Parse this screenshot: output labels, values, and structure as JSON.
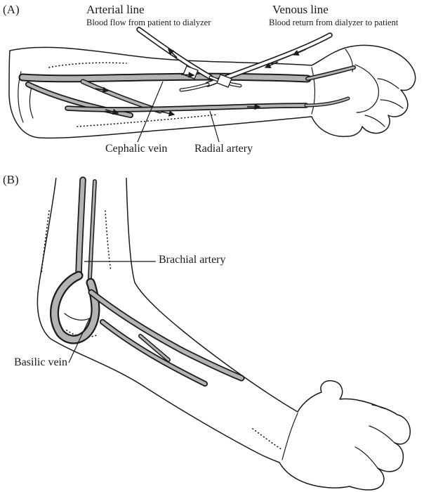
{
  "figure": {
    "panel_a": {
      "tag": "(A)",
      "arterial_line": {
        "title": "Arterial line",
        "subtitle": "Blood flow from patient to dialyzer"
      },
      "venous_line": {
        "title": "Venous line",
        "subtitle": "Blood return from dialyzer to patient"
      },
      "labels": {
        "cephalic_vein": "Cephalic vein",
        "radial_artery": "Radial artery"
      }
    },
    "panel_b": {
      "tag": "(B)",
      "labels": {
        "brachial_artery": "Brachial artery",
        "basilic_vein": "Basilic vein"
      }
    }
  },
  "colors": {
    "line": "#1a1a1a",
    "vessel": "#b3b3b3",
    "background": "#ffffff"
  }
}
